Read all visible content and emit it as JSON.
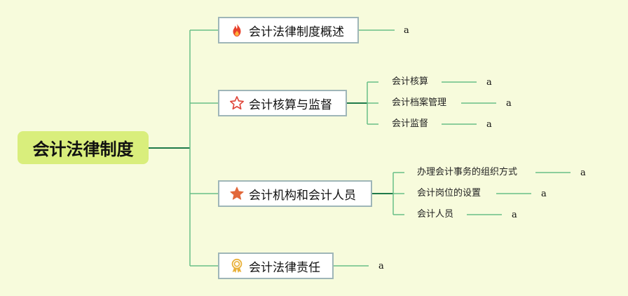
{
  "root": {
    "label": "会计法律制度"
  },
  "branches": [
    {
      "label": "会计法律制度概述",
      "icon": "fire-icon",
      "leaf": "a",
      "children": []
    },
    {
      "label": "会计核算与监督",
      "icon": "star-outline-icon",
      "children": [
        {
          "label": "会计核算",
          "leaf": "a"
        },
        {
          "label": "会计档案管理",
          "leaf": "a"
        },
        {
          "label": "会计监督",
          "leaf": "a"
        }
      ]
    },
    {
      "label": "会计机构和会计人员",
      "icon": "star-filled-icon",
      "children": [
        {
          "label": "办理会计事务的组织方式",
          "leaf": "a"
        },
        {
          "label": "会计岗位的设置",
          "leaf": "a"
        },
        {
          "label": "会计人员",
          "leaf": "a"
        }
      ]
    },
    {
      "label": "会计法律责任",
      "icon": "award-icon",
      "leaf": "a",
      "children": []
    }
  ],
  "colors": {
    "background": "#f7fbdc",
    "root_fill": "#d9ee7c",
    "line_trunk": "#1f7a4a",
    "line_branch": "#68bf86",
    "topic_border": "#9fb6b8"
  }
}
